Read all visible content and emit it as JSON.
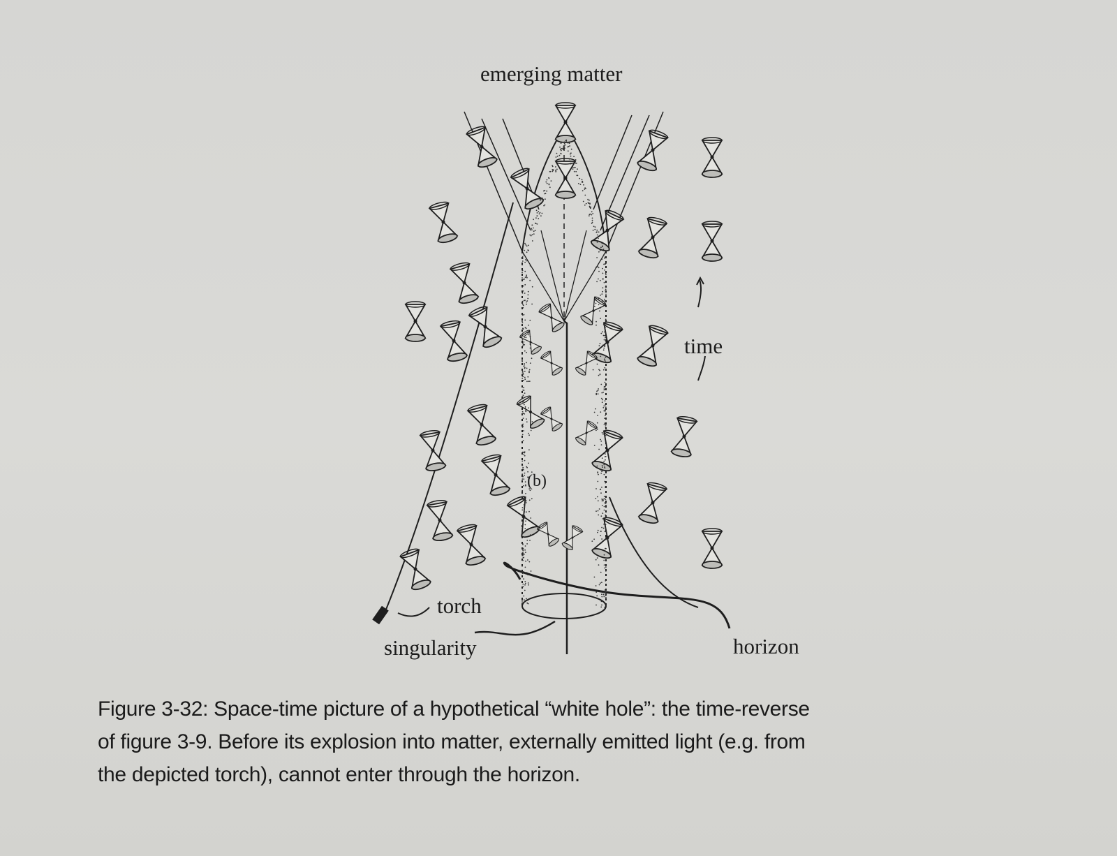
{
  "figure": {
    "labels": {
      "emerging_matter": "emerging matter",
      "time": "time",
      "torch": "torch",
      "singularity": "singularity",
      "horizon": "horizon",
      "event_b": "(b)"
    },
    "caption_lines": [
      "Figure 3-32:  Space-time picture of a hypothetical “white hole”: the time-reverse",
      "of figure 3-9. Before its explosion into matter, externally emitted light (e.g. from",
      "the depicted torch), cannot enter through the horizon."
    ]
  }
}
